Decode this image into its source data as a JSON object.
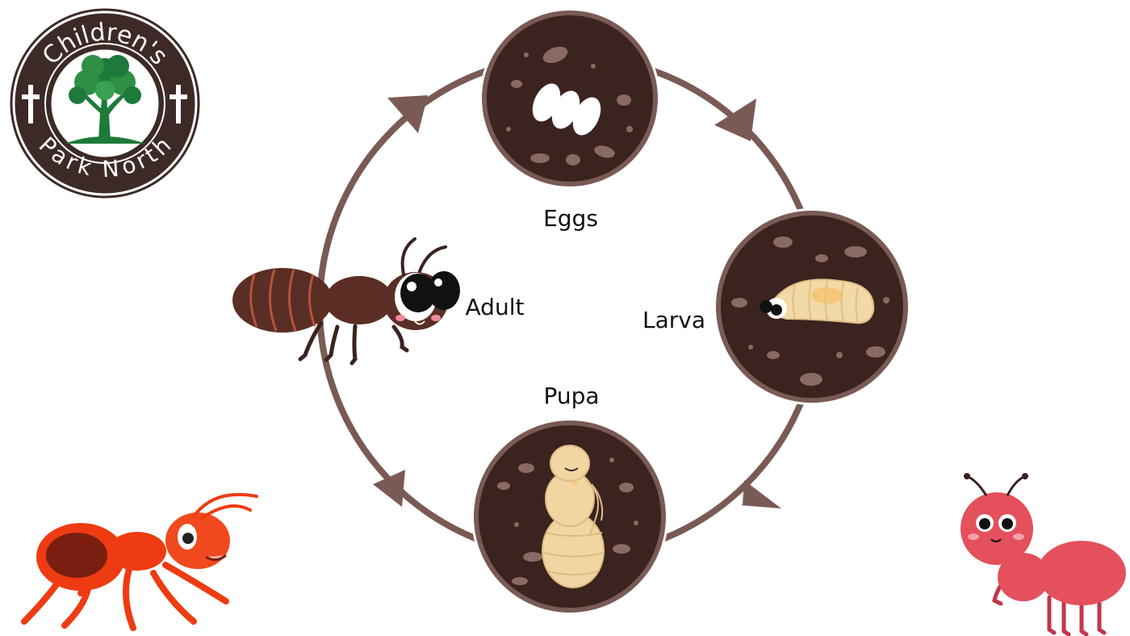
{
  "logo": {
    "top_text": "Children's",
    "bottom_text": "Park North"
  },
  "stages": {
    "eggs": "Eggs",
    "larva": "Larva",
    "pupa": "Pupa",
    "adult": "Adult"
  },
  "colors": {
    "ring": "#7a5a55",
    "soil": "#3b2320",
    "soil_speck": "#8a6a64",
    "egg": "#ffffff",
    "larva": "#f3d9a6",
    "pupa": "#f2d6a2",
    "adult_ant": "#5a2e24",
    "logo_brown": "#3d2a26",
    "logo_green": "#1e7a3a",
    "fire_ant": "#ee3b12",
    "pink_ant": "#e4505c"
  }
}
